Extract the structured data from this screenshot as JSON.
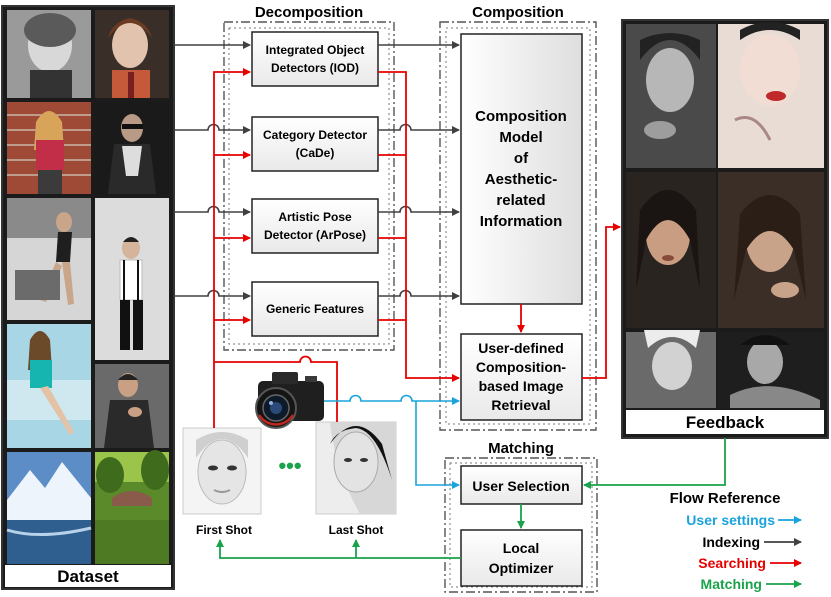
{
  "sections": {
    "decomposition": "Decomposition",
    "composition": "Composition",
    "matching": "Matching"
  },
  "dataset": {
    "label": "Dataset",
    "photos": [
      "woman-short-curly-hair-portrait",
      "young-man-tie-portrait",
      "woman-red-top-brick-wall",
      "man-leather-jacket-sunglasses",
      "woman-sitting-chair",
      "man-suspenders-standing",
      "woman-cyan-dress-sitting",
      "man-sitting-thinking",
      "snowy-mountain-lake",
      "green-forest-bridge"
    ]
  },
  "decomposition": {
    "boxes": [
      "Integrated Object Detectors (IOD)",
      "Category Detector (CaDe)",
      "Artistic Pose Detector (ArPose)",
      "Generic Features"
    ]
  },
  "composition": {
    "model": "Composition Model of Aesthetic-related Information",
    "retrieval": "User-defined Composition-based Image Retrieval"
  },
  "matching": {
    "user_selection": "User Selection",
    "local_optimizer": "Local Optimizer"
  },
  "feedback": {
    "label": "Feedback",
    "photos": [
      "woman-bw-hand-face",
      "woman-red-lips-hand",
      "woman-dark-hair-portrait",
      "woman-hand-on-hair",
      "woman-bw-profile",
      "woman-bw-lying"
    ]
  },
  "camera": {
    "icon": "dslr-camera-icon",
    "first_shot": "First Shot",
    "last_shot": "Last Shot",
    "ellipsis": "•••"
  },
  "legend": {
    "title": "Flow Reference",
    "items": [
      {
        "label": "User settings",
        "color": "#1aa3dc"
      },
      {
        "label": "Indexing",
        "color": "#000000"
      },
      {
        "label": "Searching",
        "color": "#e60000"
      },
      {
        "label": "Matching",
        "color": "#1aa34a"
      }
    ]
  },
  "colors": {
    "user_settings": "#1aa3dc",
    "indexing": "#404040",
    "searching": "#e60000",
    "matching": "#1aa34a"
  }
}
